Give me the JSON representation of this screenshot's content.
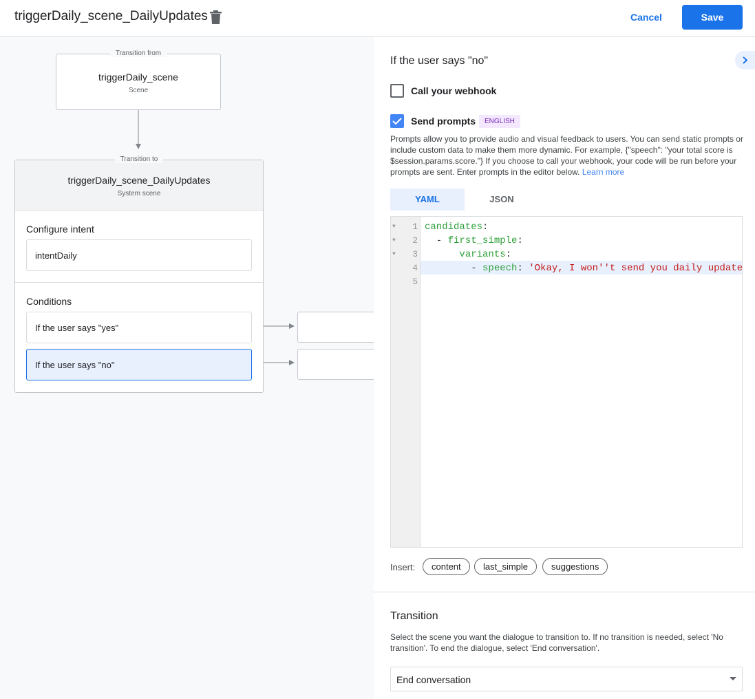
{
  "header": {
    "title": "triggerDaily_scene_DailyUpdates",
    "cancel": "Cancel",
    "save": "Save"
  },
  "canvas": {
    "from": {
      "legend": "Transition from",
      "name": "triggerDaily_scene",
      "type": "Scene"
    },
    "to": {
      "legend": "Transition to",
      "name": "triggerDaily_scene_DailyUpdates",
      "type": "System scene"
    },
    "intent_label": "Configure intent",
    "intent": "intentDaily",
    "conditions_label": "Conditions",
    "conditions": [
      "If the user says \"yes\"",
      "If the user says \"no\""
    ]
  },
  "panel": {
    "title": "If the user says \"no\"",
    "webhook_label": "Call your webhook",
    "webhook_checked": false,
    "prompts_label": "Send prompts",
    "prompts_checked": true,
    "language_badge": "ENGLISH",
    "description": "Prompts allow you to provide audio and visual feedback to users. You can send static prompts or include custom data to make them more dynamic. For example, {\"speech\": \"your total score is $session.params.score.\"} If you choose to call your webhook, your code will be run before your prompts are sent. Enter prompts in the editor below. ",
    "learn_more": "Learn more",
    "tabs": [
      "YAML",
      "JSON"
    ],
    "active_tab": "YAML",
    "code_lines": [
      "1",
      "2",
      "3",
      "4",
      "5"
    ],
    "code": {
      "l1": "candidates",
      "l2": "first_simple",
      "l3": "variants",
      "l4k": "speech",
      "l4v": "'Okay, I won''t send you daily update"
    },
    "insert_label": "Insert:",
    "insert_chips": [
      "content",
      "last_simple",
      "suggestions"
    ],
    "transition_title": "Transition",
    "transition_desc": "Select the scene you want the dialogue to transition to. If no transition is needed, select 'No transition'. To end the dialogue, select 'End conversation'.",
    "transition_value": "End conversation"
  },
  "colors": {
    "accent": "#1a73e8",
    "badge_bg": "#f3e8fd",
    "badge_text": "#7627bb"
  }
}
